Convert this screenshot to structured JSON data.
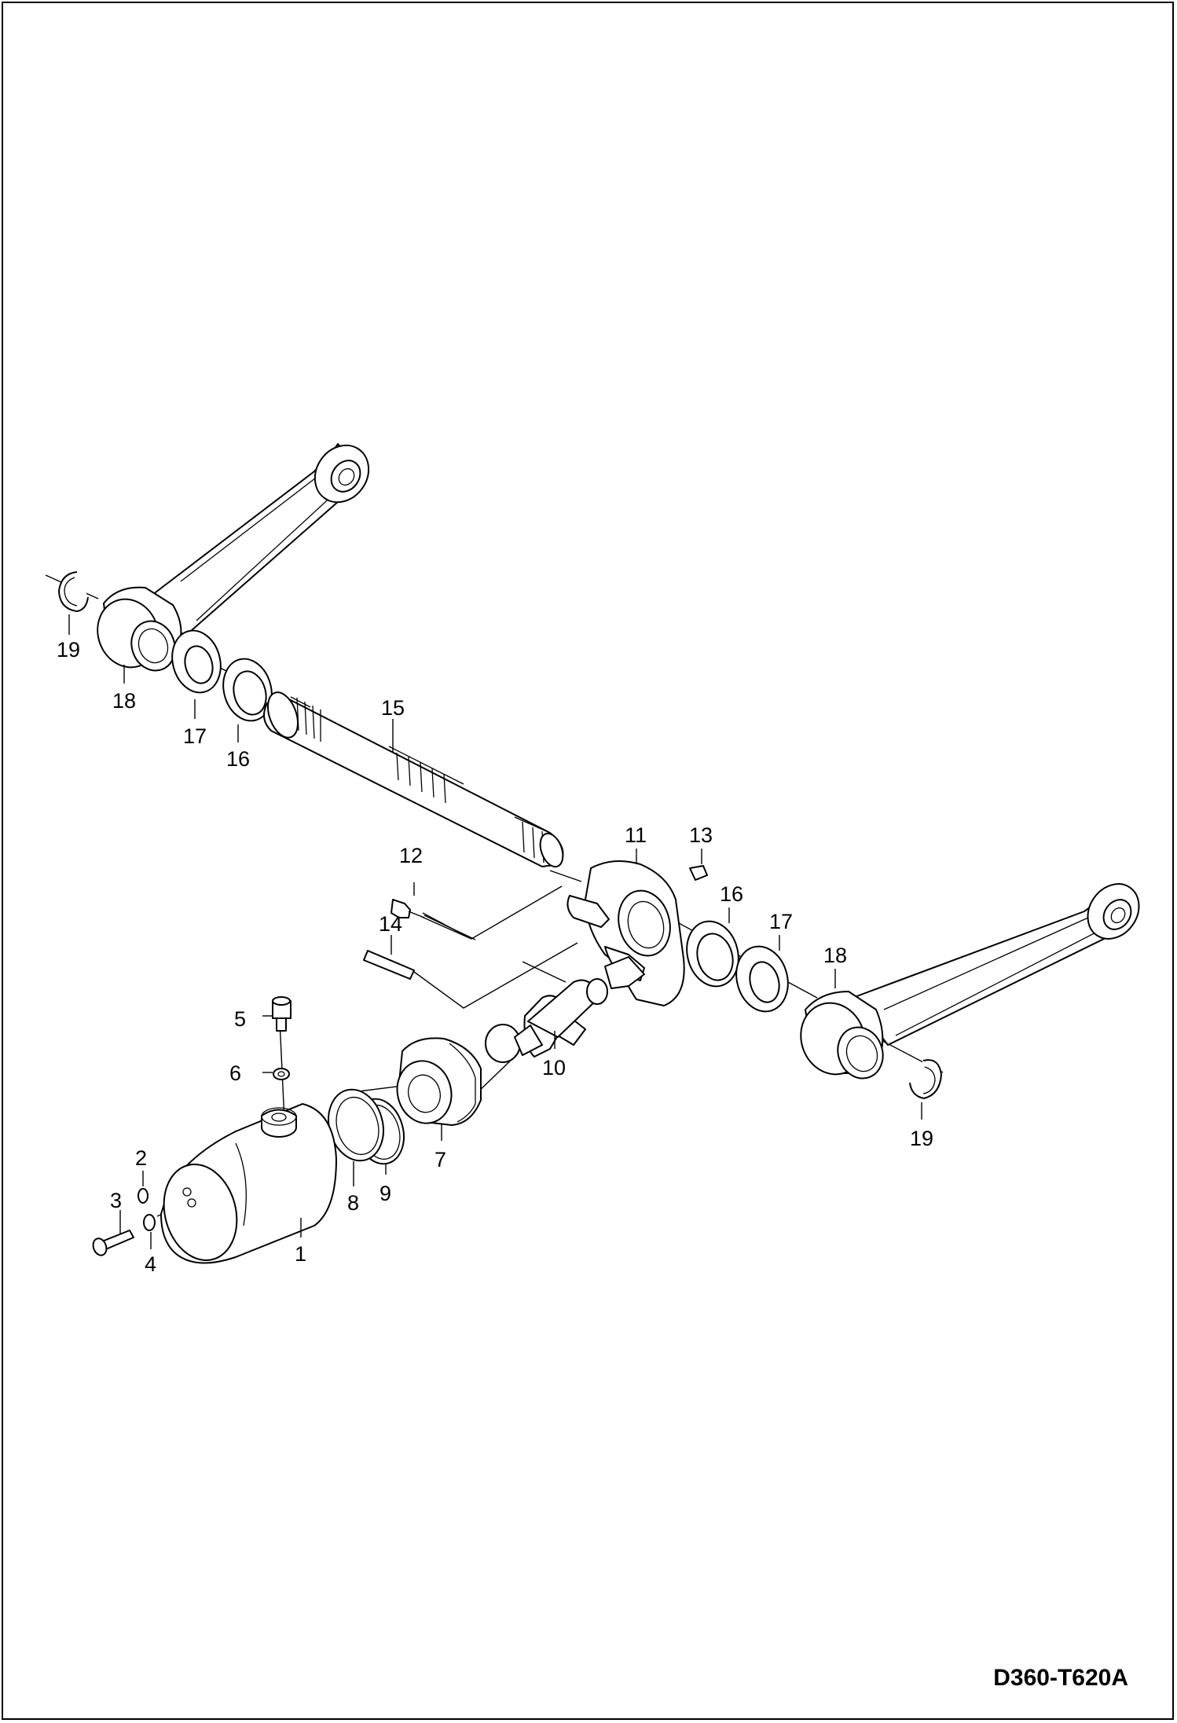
{
  "drawing_code": "D360-T620A",
  "callouts": [
    "1",
    "2",
    "3",
    "4",
    "5",
    "6",
    "7",
    "8",
    "9",
    "10",
    "11",
    "12",
    "13",
    "14",
    "15",
    "16",
    "16",
    "17",
    "17",
    "18",
    "18",
    "19",
    "19"
  ]
}
